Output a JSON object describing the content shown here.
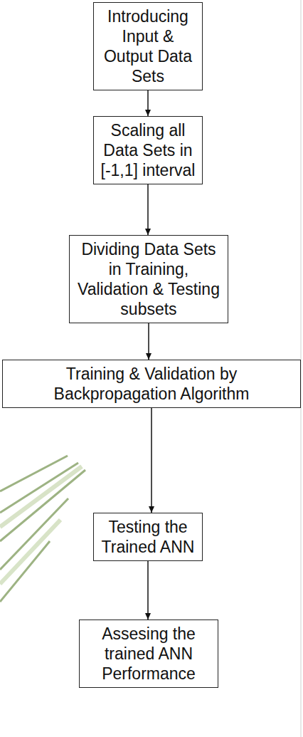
{
  "diagram": {
    "nodes": [
      {
        "text": [
          "Introducing Input & Output Data Sets"
        ]
      },
      {
        "text": [
          "Scaling all Data Sets in [-1,1] interval"
        ]
      },
      {
        "text": [
          "Dividing Data Sets in Training, Validation & Testing subsets"
        ]
      },
      {
        "text": [
          "Training & Validation by Backpropagation Algorithm"
        ]
      },
      {
        "text": [
          "Testing the Trained ANN"
        ]
      },
      {
        "text": [
          "Assesing the trained ANN Performance"
        ]
      }
    ],
    "edges": [
      {
        "from": 0,
        "to": 1,
        "arrow": "to"
      },
      {
        "from": 1,
        "to": 2,
        "arrow": "to"
      },
      {
        "from": 2,
        "to": 3,
        "arrow": "to"
      },
      {
        "from": 3,
        "to": 4,
        "arrow": "to"
      },
      {
        "from": 4,
        "to": 5,
        "arrow": "to"
      }
    ]
  }
}
